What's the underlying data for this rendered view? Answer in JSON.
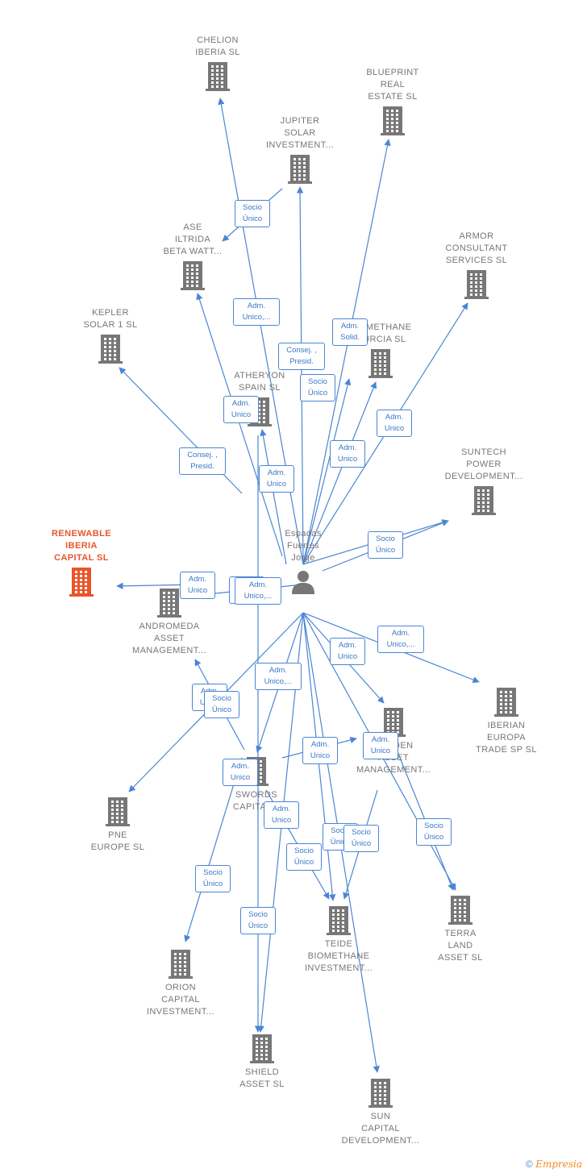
{
  "center": {
    "label": "Espadas\nFuertes\nJorge"
  },
  "colors": {
    "edge": "#4a86d4",
    "company": "#777777",
    "focus": "#e8562a"
  },
  "nodes": [
    {
      "id": "chelion",
      "label": "CHELION\nIBERIA  SL",
      "focus": false
    },
    {
      "id": "blueprint",
      "label": "BLUEPRINT\nREAL\nESTATE  SL",
      "focus": false
    },
    {
      "id": "jupiter",
      "label": "JUPITER\nSOLAR\nINVESTMENT...",
      "focus": false
    },
    {
      "id": "ase",
      "label": "ASE\nILTRIDA\nBETA WATT...",
      "focus": false
    },
    {
      "id": "armor",
      "label": "ARMOR\nCONSULTANT\nSERVICES  SL",
      "focus": false
    },
    {
      "id": "kepler",
      "label": "KEPLER\nSOLAR 1  SL",
      "focus": false
    },
    {
      "id": "biomethane",
      "label": "BIOMETHANE\nMURCIA  SL",
      "focus": false
    },
    {
      "id": "atheryon",
      "label": "ATHERYON\nSPAIN  SL",
      "focus": false
    },
    {
      "id": "suntech",
      "label": "SUNTECH\nPOWER\nDEVELOPMENT...",
      "focus": false
    },
    {
      "id": "renewable",
      "label": "RENEWABLE\nIBERIA\nCAPITAL  SL",
      "focus": true
    },
    {
      "id": "andromeda",
      "label": "ANDROMEDA\nASSET\nMANAGEMENT...",
      "focus": false
    },
    {
      "id": "iberian",
      "label": "IBERIAN\nEUROPA\nTRADE SP  SL",
      "focus": false
    },
    {
      "id": "golden",
      "label": "GOLDEN\nASSET\nMANAGEMENT...",
      "focus": false
    },
    {
      "id": "swords",
      "label": "SWORDS\nCAPITAL...",
      "focus": false
    },
    {
      "id": "pne",
      "label": "PNE\nEUROPE  SL",
      "focus": false
    },
    {
      "id": "terra",
      "label": "TERRA\nLAND\nASSET  SL",
      "focus": false
    },
    {
      "id": "teide",
      "label": "TEIDE\nBIOMETHANE\nINVESTMENT...",
      "focus": false
    },
    {
      "id": "orion",
      "label": "ORION\nCAPITAL\nINVESTMENT...",
      "focus": false
    },
    {
      "id": "shield",
      "label": "SHIELD\nASSET  SL",
      "focus": false
    },
    {
      "id": "sun",
      "label": "SUN\nCAPITAL\nDEVELOPMENT...",
      "focus": false
    }
  ],
  "edge_labels": [
    "Socio\nÚnico",
    "Adm.\nUnico,...",
    "Consej. ,\nPresid.",
    "Adm.\nSolid.",
    "Socio\nÚnico",
    "Adm.\nUnico",
    "Adm.\nUnico",
    "Consej. ,\nPresid.",
    "Adm.\nUnico",
    "Adm.\nUnico",
    "Socio\nÚnico",
    "Adm.\nUnico,...",
    "Adm.\nUnico",
    "Socio\nÚnico",
    "Adm.\nUnico,...",
    "Adm.\nUnico",
    "Adm.\nUnico,...",
    "Adm.\nUnico",
    "Socio\nÚnico",
    "Adm.\nUnico",
    "Adm.\nUnico",
    "Adm.\nUnico",
    "Adm.\nUnico",
    "Socio\nÚnico",
    "Socio\nÚnico",
    "Socio\nÚnico",
    "Socio\nÚnico",
    "Socio\nÚnico",
    "Socio\nÚnico"
  ],
  "footer": {
    "copyright": "©",
    "brand": "Empresia"
  }
}
